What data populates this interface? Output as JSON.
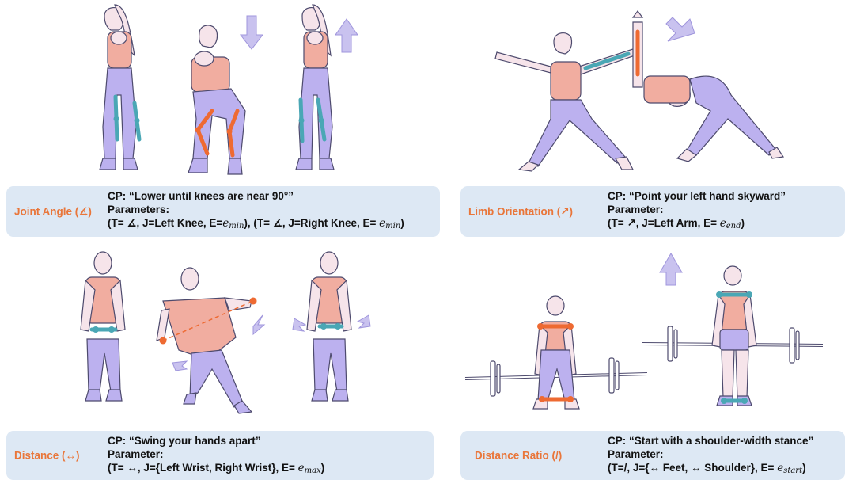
{
  "colors": {
    "pants": "#bcb1ef",
    "shirt": "#f1ada0",
    "skin": "#f6e4ea",
    "outline": "#4d4a6d",
    "teal": "#4aa7b5",
    "orange": "#ee6a32",
    "arrow": "#c9c2ef",
    "caption_bg": "#dde8f4",
    "type_label": "#e9763a"
  },
  "panels": [
    {
      "id": "joint-angle",
      "type_label": "Joint Angle (∡)",
      "cp": "CP: “Lower until knees are near 90°”",
      "param_title": "Parameters:",
      "param_parts": [
        "(T= ∡, J=Left Knee, E=",
        "e",
        "min",
        "), (T= ∡, J=Right Knee, E= ",
        "e",
        "min",
        ")"
      ]
    },
    {
      "id": "limb-orientation",
      "type_label": "Limb Orientation (↗)",
      "cp": "CP: “Point your left hand skyward”",
      "param_title": "Parameter:",
      "param_parts": [
        "(T= ↗, J=Left Arm, E= ",
        "e",
        "end",
        ")"
      ]
    },
    {
      "id": "distance",
      "type_label": "Distance (↔)",
      "cp": "CP: “Swing your hands apart”",
      "param_title": "Parameter:",
      "param_parts": [
        "(T= ↔, J={Left Wrist, Right Wrist}, E= ",
        "e",
        "max",
        ")"
      ]
    },
    {
      "id": "distance-ratio",
      "type_label": "Distance Ratio (/)",
      "cp": "CP: “Start with a shoulder-width stance”",
      "param_title": "Parameter:",
      "param_parts": [
        "(T=/, J={↔ Feet, ↔ Shoulder}, E= ",
        "e",
        "start",
        ")"
      ]
    }
  ]
}
